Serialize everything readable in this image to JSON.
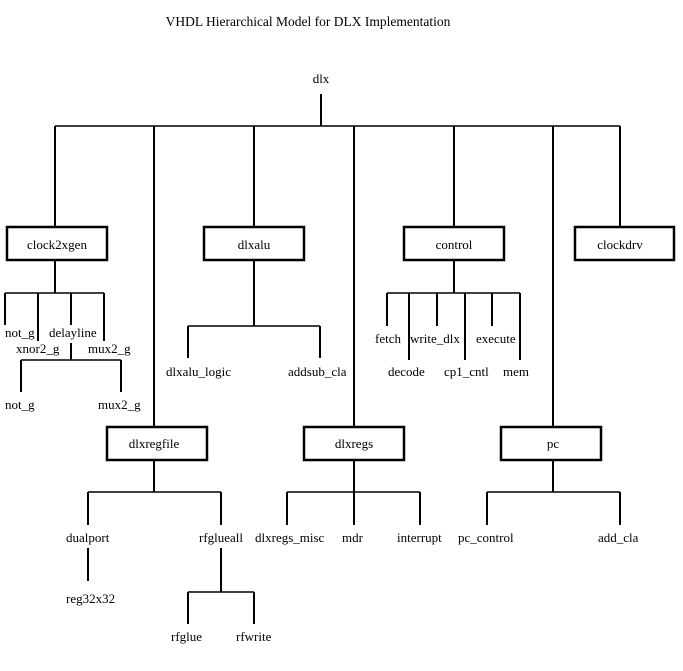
{
  "title": "VHDL Hierarchical Model for DLX Implementation",
  "root": "dlx",
  "level1": {
    "clock2xgen": "clock2xgen",
    "dlxregfile": "dlxregfile",
    "dlxalu": "dlxalu",
    "dlxregs": "dlxregs",
    "control": "control",
    "pc": "pc",
    "clockdrv": "clockdrv"
  },
  "clock2xgen_children": [
    "not_g",
    "xnor2_g",
    "delayline",
    "mux2_g"
  ],
  "delayline_children": [
    "not_g",
    "mux2_g"
  ],
  "dlxalu_children": [
    "dlxalu_logic",
    "addsub_cla"
  ],
  "control_children": [
    "fetch",
    "decode",
    "write_dlx",
    "cp1_cntl",
    "execute",
    "mem"
  ],
  "dlxregfile_children": [
    "dualport",
    "rfglueall"
  ],
  "dualport_children": [
    "reg32x32"
  ],
  "rfglueall_children": [
    "rfglue",
    "rfwrite"
  ],
  "dlxregs_children": [
    "dlxregs_misc",
    "mdr",
    "interrupt"
  ],
  "pc_children": [
    "pc_control",
    "add_cla"
  ]
}
